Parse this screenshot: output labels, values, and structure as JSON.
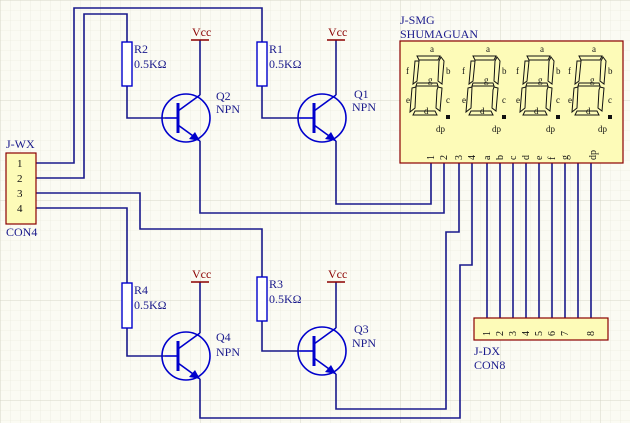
{
  "colors": {
    "background": "#fbfbf3",
    "grid_minor": "#e6e6d8",
    "grid_major": "#cfcfbf",
    "wire": "#1a1a8c",
    "label": "#1a1a8c",
    "power": "#8b0000",
    "component": "#0000cc",
    "designator": "#8b0000",
    "connector_fill": "#fdfbb8",
    "connector_border": "#8b0000"
  },
  "power_label": "Vcc",
  "transistors": [
    {
      "ref": "Q2",
      "type": "NPN"
    },
    {
      "ref": "Q1",
      "type": "NPN"
    },
    {
      "ref": "Q4",
      "type": "NPN"
    },
    {
      "ref": "Q3",
      "type": "NPN"
    }
  ],
  "resistors": [
    {
      "ref": "R2",
      "value": "0.5KΩ"
    },
    {
      "ref": "R1",
      "value": "0.5KΩ"
    },
    {
      "ref": "R4",
      "value": "0.5KΩ"
    },
    {
      "ref": "R3",
      "value": "0.5KΩ"
    }
  ],
  "wx": {
    "ref": "J-WX",
    "part": "CON4",
    "pins": [
      "1",
      "2",
      "3",
      "4"
    ]
  },
  "smg": {
    "ref": "J-SMG",
    "part": "SHUMAGUAN",
    "segments": {
      "a": "a",
      "b": "b",
      "c": "c",
      "d": "d",
      "e": "e",
      "f": "f",
      "g": "g",
      "dp": "dp"
    },
    "pins": [
      "1",
      "2",
      "3",
      "4",
      "a",
      "b",
      "c",
      "d",
      "e",
      "f",
      "g",
      "dp"
    ]
  },
  "dx": {
    "ref": "J-DX",
    "part": "CON8",
    "pins": [
      "1",
      "2",
      "3",
      "4",
      "5",
      "6",
      "7",
      "8"
    ]
  }
}
